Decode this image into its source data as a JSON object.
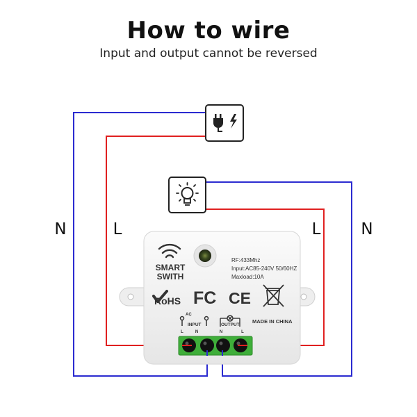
{
  "header": {
    "title": "How to wire",
    "subtitle": "Input and output cannot be reversed"
  },
  "wire_labels": {
    "left_neutral": "N",
    "left_live": "L",
    "right_live": "L",
    "right_neutral": "N"
  },
  "device": {
    "brand_line1": "SMART",
    "brand_line2": "SWITH",
    "spec_rf": "RF:433Mhz",
    "spec_input": "Input:AC85-240V 50/60HZ",
    "spec_maxload": "Maxload:10A",
    "cert_rohs": "RoHS",
    "cert_fc": "FC",
    "cert_ce": "CE",
    "ac_label": "AC",
    "input_label": "INPUT",
    "output_label": "OUTPUT",
    "made_in": "MADE IN CHINA",
    "terminal_labels": [
      "L",
      "N",
      "N",
      "L"
    ]
  },
  "icons": {
    "power_source": "plug-lightning-icon",
    "load": "light-bulb-icon",
    "wifi": "wifi-icon",
    "check": "checkmark-icon",
    "weee": "crossed-bin-icon",
    "lamp_symbol": "lamp-symbol-icon"
  },
  "colors": {
    "neutral_wire": "#2b2bd0",
    "live_wire": "#e02020",
    "terminal_block": "#3fae3a",
    "device_body": "#f2f2f2"
  }
}
